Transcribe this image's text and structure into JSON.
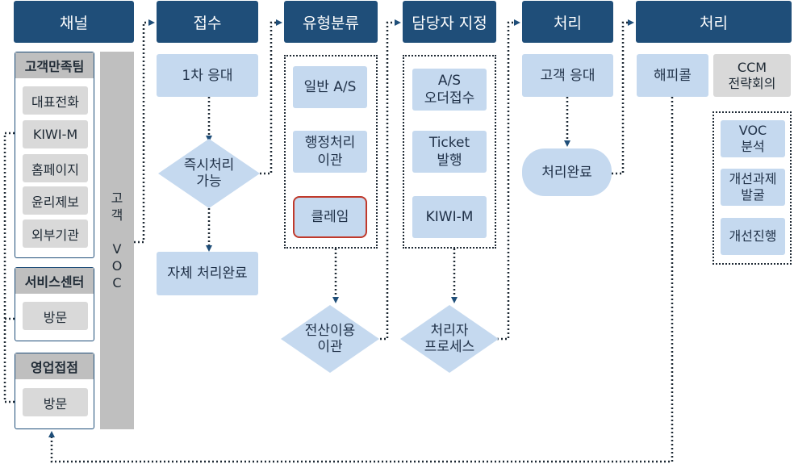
{
  "headers": [
    "채널",
    "접수",
    "유형분류",
    "담당자 지정",
    "처리",
    "처리"
  ],
  "channel": {
    "group1_title": "고객만족팀",
    "group1_items": [
      "대표전화",
      "KIWI-M",
      "홈페이지",
      "윤리제보",
      "외부기관"
    ],
    "group2_title": "서비스센터",
    "group2_items": [
      "방문"
    ],
    "group3_title": "영업접점",
    "group3_items": [
      "방문"
    ],
    "voc_label": "고\n객\n\nV\nO\nC"
  },
  "reception": {
    "first_response": "1차 응대",
    "decision": "즉시처리\n가능",
    "self_complete": "자체 처리완료"
  },
  "classify": {
    "items": [
      "일반 A/S",
      "행정처리\n이관",
      "클레임"
    ],
    "transfer": "전산이용\n이관"
  },
  "assign": {
    "items": [
      "A/S\n오더접수",
      "Ticket\n발행",
      "KIWI-M"
    ],
    "process": "처리자\n프로세스"
  },
  "process1": {
    "customer_response": "고객 응대",
    "complete": "처리완료"
  },
  "process2": {
    "happy_call": "해피콜",
    "ccm": "CCM\n전략회의",
    "items": [
      "VOC\n분석",
      "개선과제\n발굴",
      "개선진행"
    ]
  },
  "colors": {
    "header": "#1f4e79",
    "light_box": "#c5d9ef",
    "gray_box": "#d9d9d9",
    "claim_border": "#c0392b"
  }
}
